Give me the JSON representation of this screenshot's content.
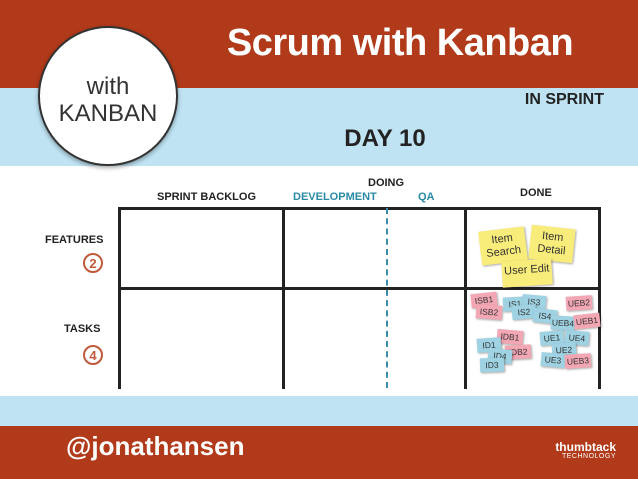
{
  "slide": {
    "title": "Scrum with Kanban",
    "badge_circle": {
      "line1": "with",
      "line2": "KANBAN"
    },
    "in_sprint": "IN SPRINT",
    "day": "DAY 10",
    "handle": "@jonathansen",
    "logo": {
      "name": "thumbtack",
      "sub": "TECHNOLOGY"
    }
  },
  "board": {
    "columns": {
      "sprint_backlog": "SPRINT BACKLOG",
      "doing": "DOING",
      "development": "DEVELOPMENT",
      "qa": "QA",
      "done": "DONE"
    },
    "rows": [
      {
        "label": "FEATURES",
        "count": "2"
      },
      {
        "label": "TASKS",
        "count": "4"
      }
    ],
    "feature_cards": [
      {
        "line1": "Item",
        "line2": "Search"
      },
      {
        "line1": "Item",
        "line2": "Detail"
      },
      {
        "line1": "User Edit",
        "line2": ""
      }
    ],
    "task_cards": [
      {
        "text": "ISB1",
        "color": "pink"
      },
      {
        "text": "ISB2",
        "color": "pink"
      },
      {
        "text": "IS1",
        "color": "teal"
      },
      {
        "text": "IS3",
        "color": "teal"
      },
      {
        "text": "IS2",
        "color": "teal"
      },
      {
        "text": "IS4",
        "color": "teal"
      },
      {
        "text": "UEB2",
        "color": "pink"
      },
      {
        "text": "UEB4",
        "color": "teal"
      },
      {
        "text": "UEB1",
        "color": "pink"
      },
      {
        "text": "IDB1",
        "color": "pink"
      },
      {
        "text": "ID1",
        "color": "teal"
      },
      {
        "text": "IDB2",
        "color": "pink"
      },
      {
        "text": "ID4",
        "color": "teal"
      },
      {
        "text": "ID3",
        "color": "teal"
      },
      {
        "text": "UE1",
        "color": "teal"
      },
      {
        "text": "UE4",
        "color": "teal"
      },
      {
        "text": "UE2",
        "color": "teal"
      },
      {
        "text": "UE3",
        "color": "teal"
      },
      {
        "text": "UEB3",
        "color": "pink"
      }
    ]
  }
}
